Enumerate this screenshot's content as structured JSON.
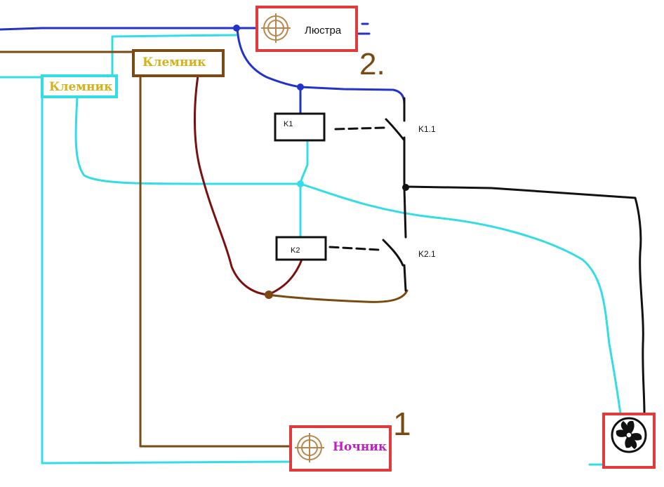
{
  "labels": {
    "chandelier": "Люстра",
    "terminal_1": "Клемник",
    "terminal_2": "Клемник",
    "nightlight": "Ночник",
    "relay_k1": "K1",
    "relay_k2": "K2",
    "contact_k11": "K1.1",
    "contact_k21": "K2.1",
    "mark_2": "2.",
    "mark_1": "1"
  },
  "colors": {
    "blue": "#2233cc",
    "cyan": "#33dde8",
    "brown": "#7a4a12",
    "darkred": "#7a1010",
    "black": "#111111",
    "red_box": "#e03a3a",
    "terminal_text": "#d4b21a",
    "nightlight_text": "#c020c0",
    "lamp_symbol": "#b8864a"
  },
  "icons": {
    "lamp": "lamp-symbol-icon",
    "fan": "fan-icon"
  }
}
